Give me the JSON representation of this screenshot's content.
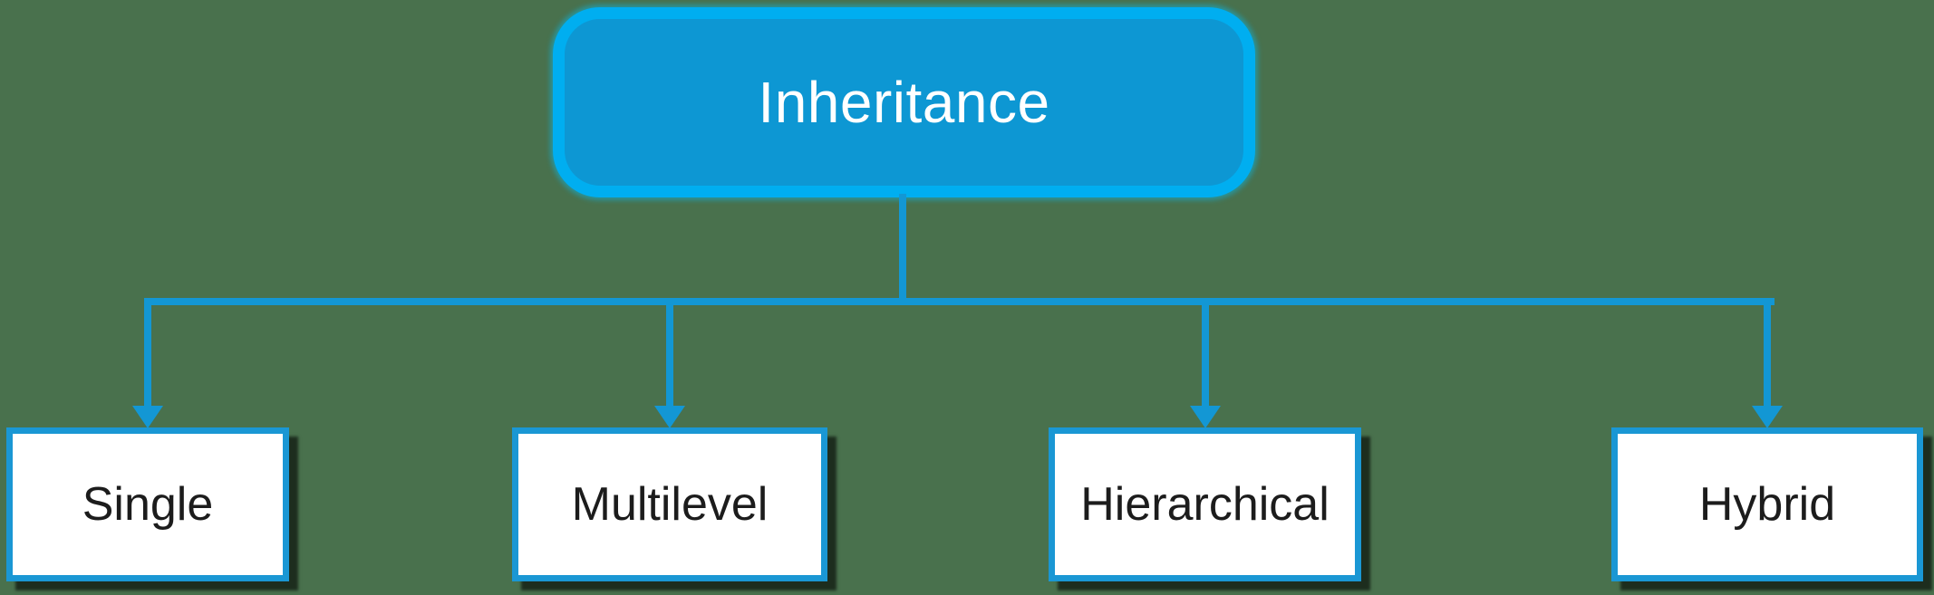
{
  "diagram": {
    "type": "hierarchy",
    "root": {
      "label": "Inheritance"
    },
    "children": [
      {
        "label": "Single"
      },
      {
        "label": "Multilevel"
      },
      {
        "label": "Hierarchical"
      },
      {
        "label": "Hybrid"
      }
    ]
  },
  "colors": {
    "background": "#49714d",
    "root_fill": "#0d97d3",
    "root_ring": "#00aef0",
    "root_text": "#ffffff",
    "connector": "#1397d4",
    "child_border": "#1a97d4",
    "child_fill": "#ffffff",
    "child_text": "#1c1c1c",
    "shadow": "rgba(0,0,0,0.6)"
  }
}
